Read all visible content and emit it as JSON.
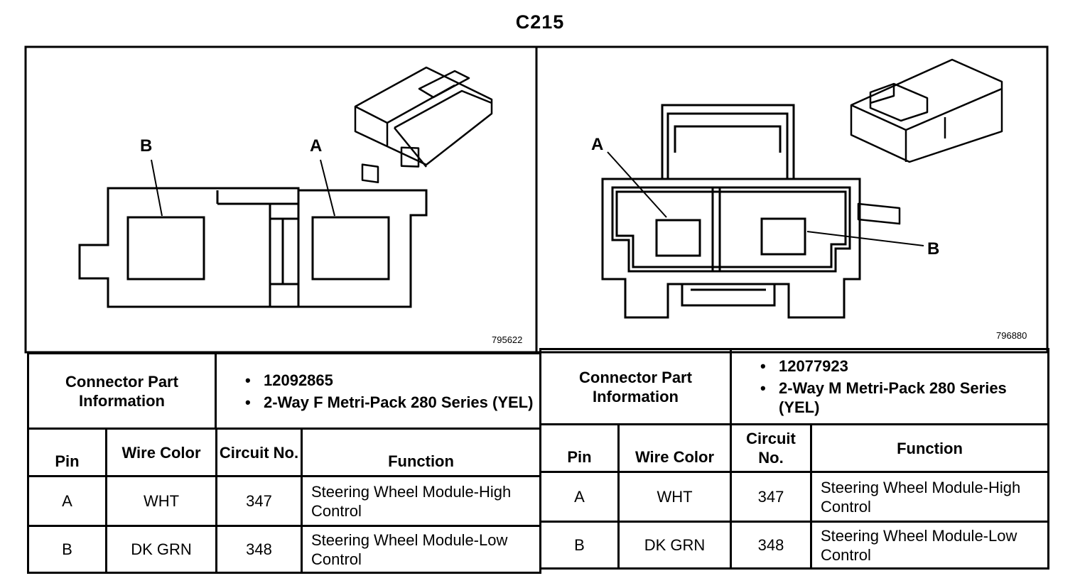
{
  "title": "C215",
  "left": {
    "drawing_code": "795622",
    "pin_labels": [
      "B",
      "A"
    ],
    "info_label": "Connector Part Information",
    "info_items": [
      "12092865",
      "2-Way F Metri-Pack 280 Series (YEL)"
    ],
    "headers": {
      "pin": "Pin",
      "wire_color": "Wire Color",
      "circuit": "Circuit No.",
      "function": "Function"
    },
    "rows": [
      {
        "pin": "A",
        "wire_color": "WHT",
        "circuit": "347",
        "function": "Steering Wheel Module-High Control"
      },
      {
        "pin": "B",
        "wire_color": "DK GRN",
        "circuit": "348",
        "function": "Steering Wheel Module-Low Control"
      }
    ]
  },
  "right": {
    "drawing_code": "796880",
    "pin_labels": [
      "A",
      "B"
    ],
    "info_label": "Connector Part Information",
    "info_items": [
      "12077923",
      "2-Way M Metri-Pack 280 Series (YEL)"
    ],
    "headers": {
      "pin": "Pin",
      "wire_color": "Wire Color",
      "circuit": "Circuit No.",
      "function": "Function"
    },
    "rows": [
      {
        "pin": "A",
        "wire_color": "WHT",
        "circuit": "347",
        "function": "Steering Wheel Module-High Control"
      },
      {
        "pin": "B",
        "wire_color": "DK GRN",
        "circuit": "348",
        "function": "Steering Wheel Module-Low Control"
      }
    ]
  }
}
